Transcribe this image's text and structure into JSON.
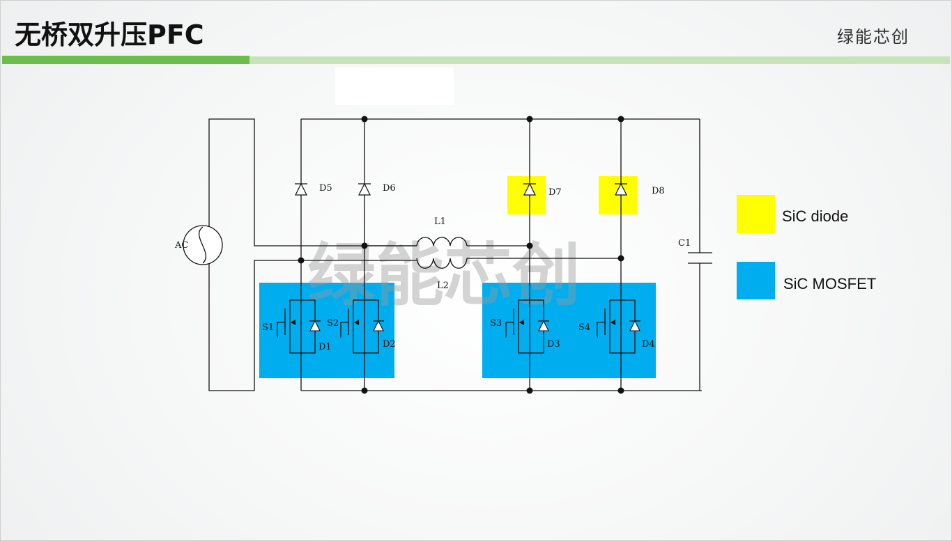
{
  "header": {
    "title": "无桥双升压PFC",
    "brand": "绿能芯创"
  },
  "watermark": "绿能芯创",
  "colors": {
    "accent_green": "#6bbd4c",
    "accent_green_light": "#c6e4b8",
    "sic_diode": "#ffff00",
    "sic_mosfet": "#00aeef"
  },
  "legend": {
    "sic_diode": "SiC diode",
    "sic_mosfet": "SiC MOSFET"
  },
  "labels": {
    "ac": "AC",
    "d1": "D1",
    "d2": "D2",
    "d3": "D3",
    "d4": "D4",
    "d5": "D5",
    "d6": "D6",
    "d7": "D7",
    "d8": "D8",
    "s1": "S1",
    "s2": "S2",
    "s3": "S3",
    "s4": "S4",
    "l1": "L1",
    "l2": "L2",
    "c1": "C1"
  }
}
